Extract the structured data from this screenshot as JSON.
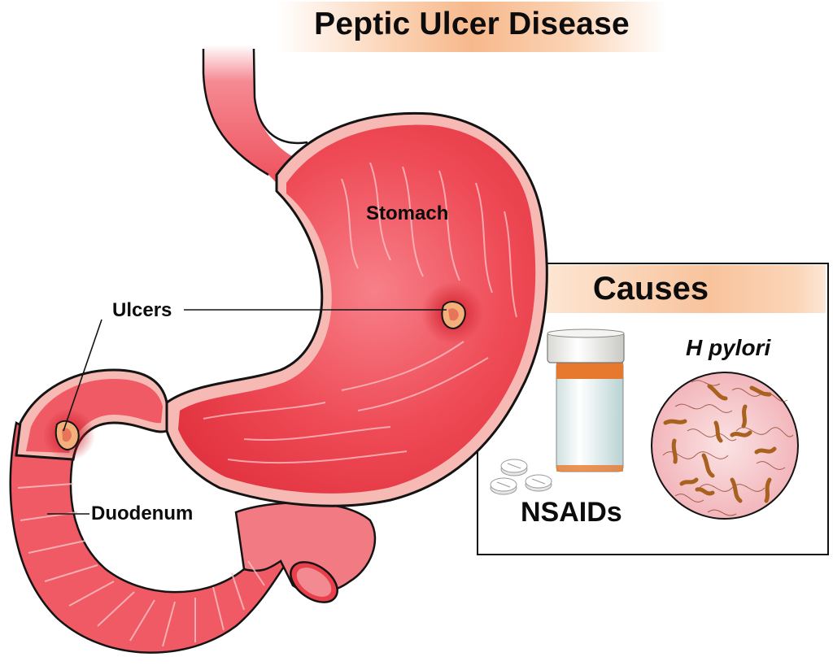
{
  "title": "Peptic Ulcer Disease",
  "labels": {
    "stomach": "Stomach",
    "ulcers": "Ulcers",
    "duodenum": "Duodenum"
  },
  "causes_panel": {
    "heading": "Causes",
    "items": [
      {
        "label": "NSAIDs",
        "icon": "pill-bottle-icon"
      },
      {
        "label": "H pylori",
        "icon": "bacteria-icon"
      }
    ]
  },
  "colors": {
    "organ_fill": "#ee4a55",
    "organ_wall": "#f6b9b3",
    "outline": "#141414",
    "ulcer_core": "#f4b07a",
    "title_band": "#f7b88c",
    "bottle_cap": "#e9e9e6",
    "bottle_band": "#e7792e",
    "bacteria_bg": "#f6c9cc",
    "bacteria_body": "#a8611f"
  }
}
